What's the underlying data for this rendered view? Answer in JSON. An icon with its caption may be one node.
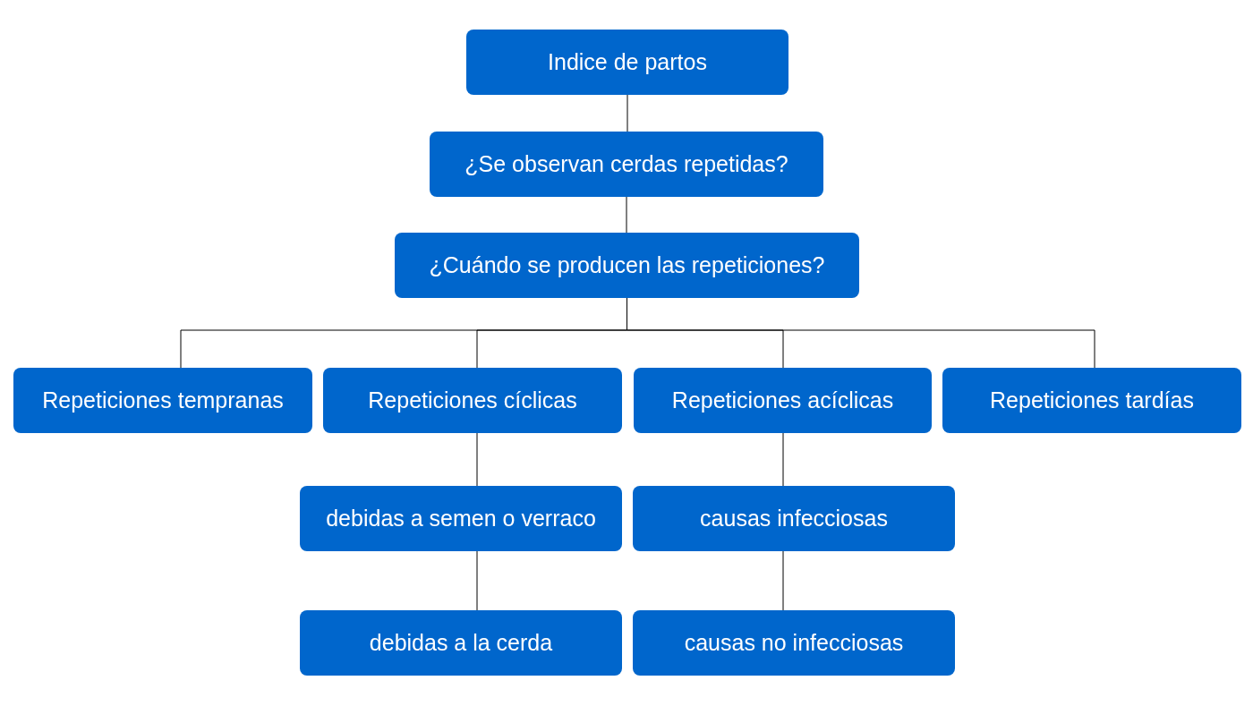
{
  "diagram": {
    "nodes": [
      {
        "text": [
          "Indice de partos"
        ]
      },
      {
        "text": [
          "¿Se observan cerdas repetidas?"
        ]
      },
      {
        "text": [
          "¿Cuándo se producen las repeticiones?"
        ]
      },
      {
        "text": [
          "Repeticiones tempranas"
        ]
      },
      {
        "text": [
          "Repeticiones cíclicas"
        ]
      },
      {
        "text": [
          "Repeticiones acíclicas"
        ]
      },
      {
        "text": [
          "Repeticiones tardías"
        ]
      },
      {
        "text": [
          "debidas a semen o verraco"
        ]
      },
      {
        "text": [
          "causas infecciosas"
        ]
      },
      {
        "text": [
          "debidas a la cerda"
        ]
      },
      {
        "text": [
          "causas no infecciosas"
        ]
      }
    ],
    "edges": [
      {
        "from": 0,
        "to": 1,
        "arrow": "none"
      },
      {
        "from": 1,
        "to": 2,
        "arrow": "none"
      },
      {
        "from": 2,
        "to": 3,
        "arrow": "none"
      },
      {
        "from": 2,
        "to": 4,
        "arrow": "none"
      },
      {
        "from": 2,
        "to": 5,
        "arrow": "none"
      },
      {
        "from": 2,
        "to": 6,
        "arrow": "none"
      },
      {
        "from": 4,
        "to": 7,
        "arrow": "none"
      },
      {
        "from": 7,
        "to": 9,
        "arrow": "none"
      },
      {
        "from": 5,
        "to": 8,
        "arrow": "none"
      },
      {
        "from": 8,
        "to": 10,
        "arrow": "none"
      }
    ]
  }
}
